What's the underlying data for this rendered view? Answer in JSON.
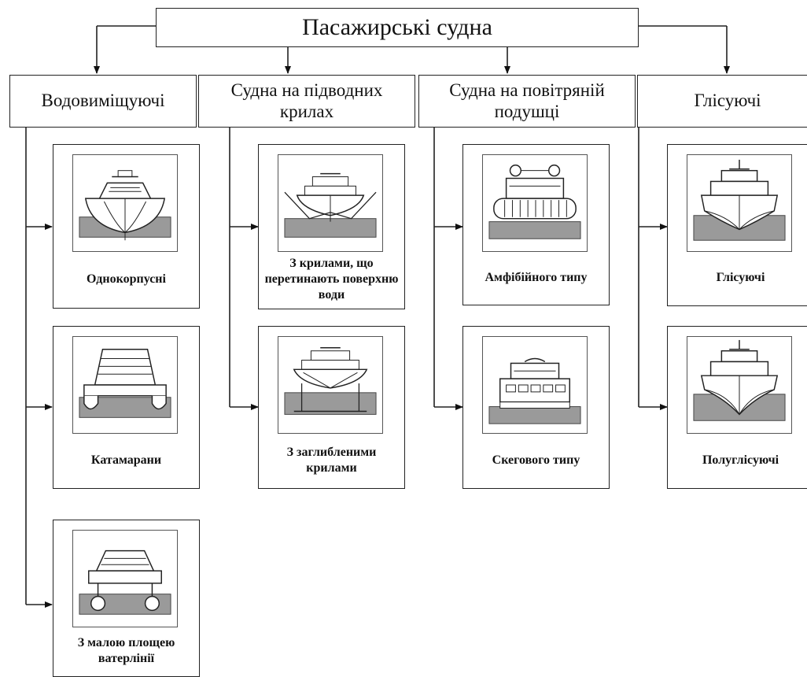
{
  "title": "Пасажирські судна",
  "categories": [
    {
      "label": "Водовиміщуючі",
      "items": [
        {
          "label": "Однокорпусні",
          "icon": "monohull-ship-icon"
        },
        {
          "label": "Катамарани",
          "icon": "catamaran-icon"
        },
        {
          "label": "З малою площею ватерлінії",
          "icon": "swath-ship-icon"
        }
      ]
    },
    {
      "label": "Судна на підводних крилах",
      "items": [
        {
          "label": "З крилами, що перетинають поверхню води",
          "icon": "surface-piercing-hydrofoil-icon"
        },
        {
          "label": "З заглибленими крилами",
          "icon": "submerged-hydrofoil-icon"
        }
      ]
    },
    {
      "label": "Судна на повітряній подушці",
      "items": [
        {
          "label": "Амфібійного типу",
          "icon": "amphibious-hovercraft-icon"
        },
        {
          "label": "Скегового типу",
          "icon": "sidewall-hovercraft-icon"
        }
      ]
    },
    {
      "label": "Глісуючі",
      "items": [
        {
          "label": "Глісуючі",
          "icon": "planing-boat-icon"
        },
        {
          "label": "Полуглісуючі",
          "icon": "semi-planing-boat-icon"
        }
      ]
    }
  ]
}
